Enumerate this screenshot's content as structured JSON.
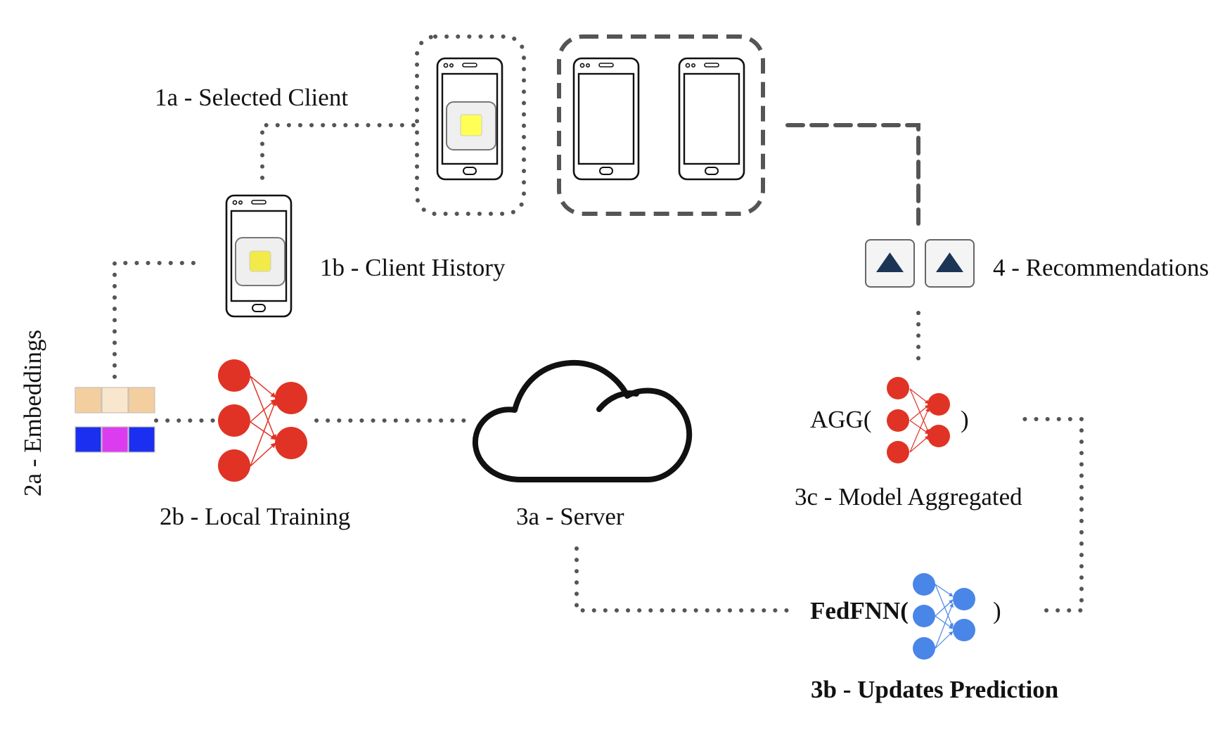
{
  "labels": {
    "selected_client": "1a - Selected Client",
    "client_history": "1b - Client History",
    "embeddings": "2a - Embeddings",
    "local_training": "2b - Local Training",
    "server": "3a - Server",
    "updates_prediction": "3b - Updates Prediction",
    "model_aggregated": "3c - Model Aggregated",
    "recommendations": "4 - Recommendations",
    "agg_open": "AGG(",
    "agg_close": ")",
    "fedfnn_open": "FedFNN(",
    "fedfnn_close": ")"
  },
  "colors": {
    "red_node": "#e03325",
    "blue_node": "#4a86e8",
    "item_yellow": "#ffff55",
    "item_yellow_dark": "#f2ea48",
    "triangle_navy": "#1c3557",
    "embed_peach": "#f3cf9f",
    "embed_cream": "#f8e6cd",
    "embed_blue": "#1a2ff0",
    "embed_magenta": "#dc3cf0",
    "line_gray": "#555555"
  },
  "icons": [
    "phone-icon",
    "cloud-icon",
    "neural-network-icon",
    "triangle-icon",
    "embedding-cell-icon"
  ]
}
